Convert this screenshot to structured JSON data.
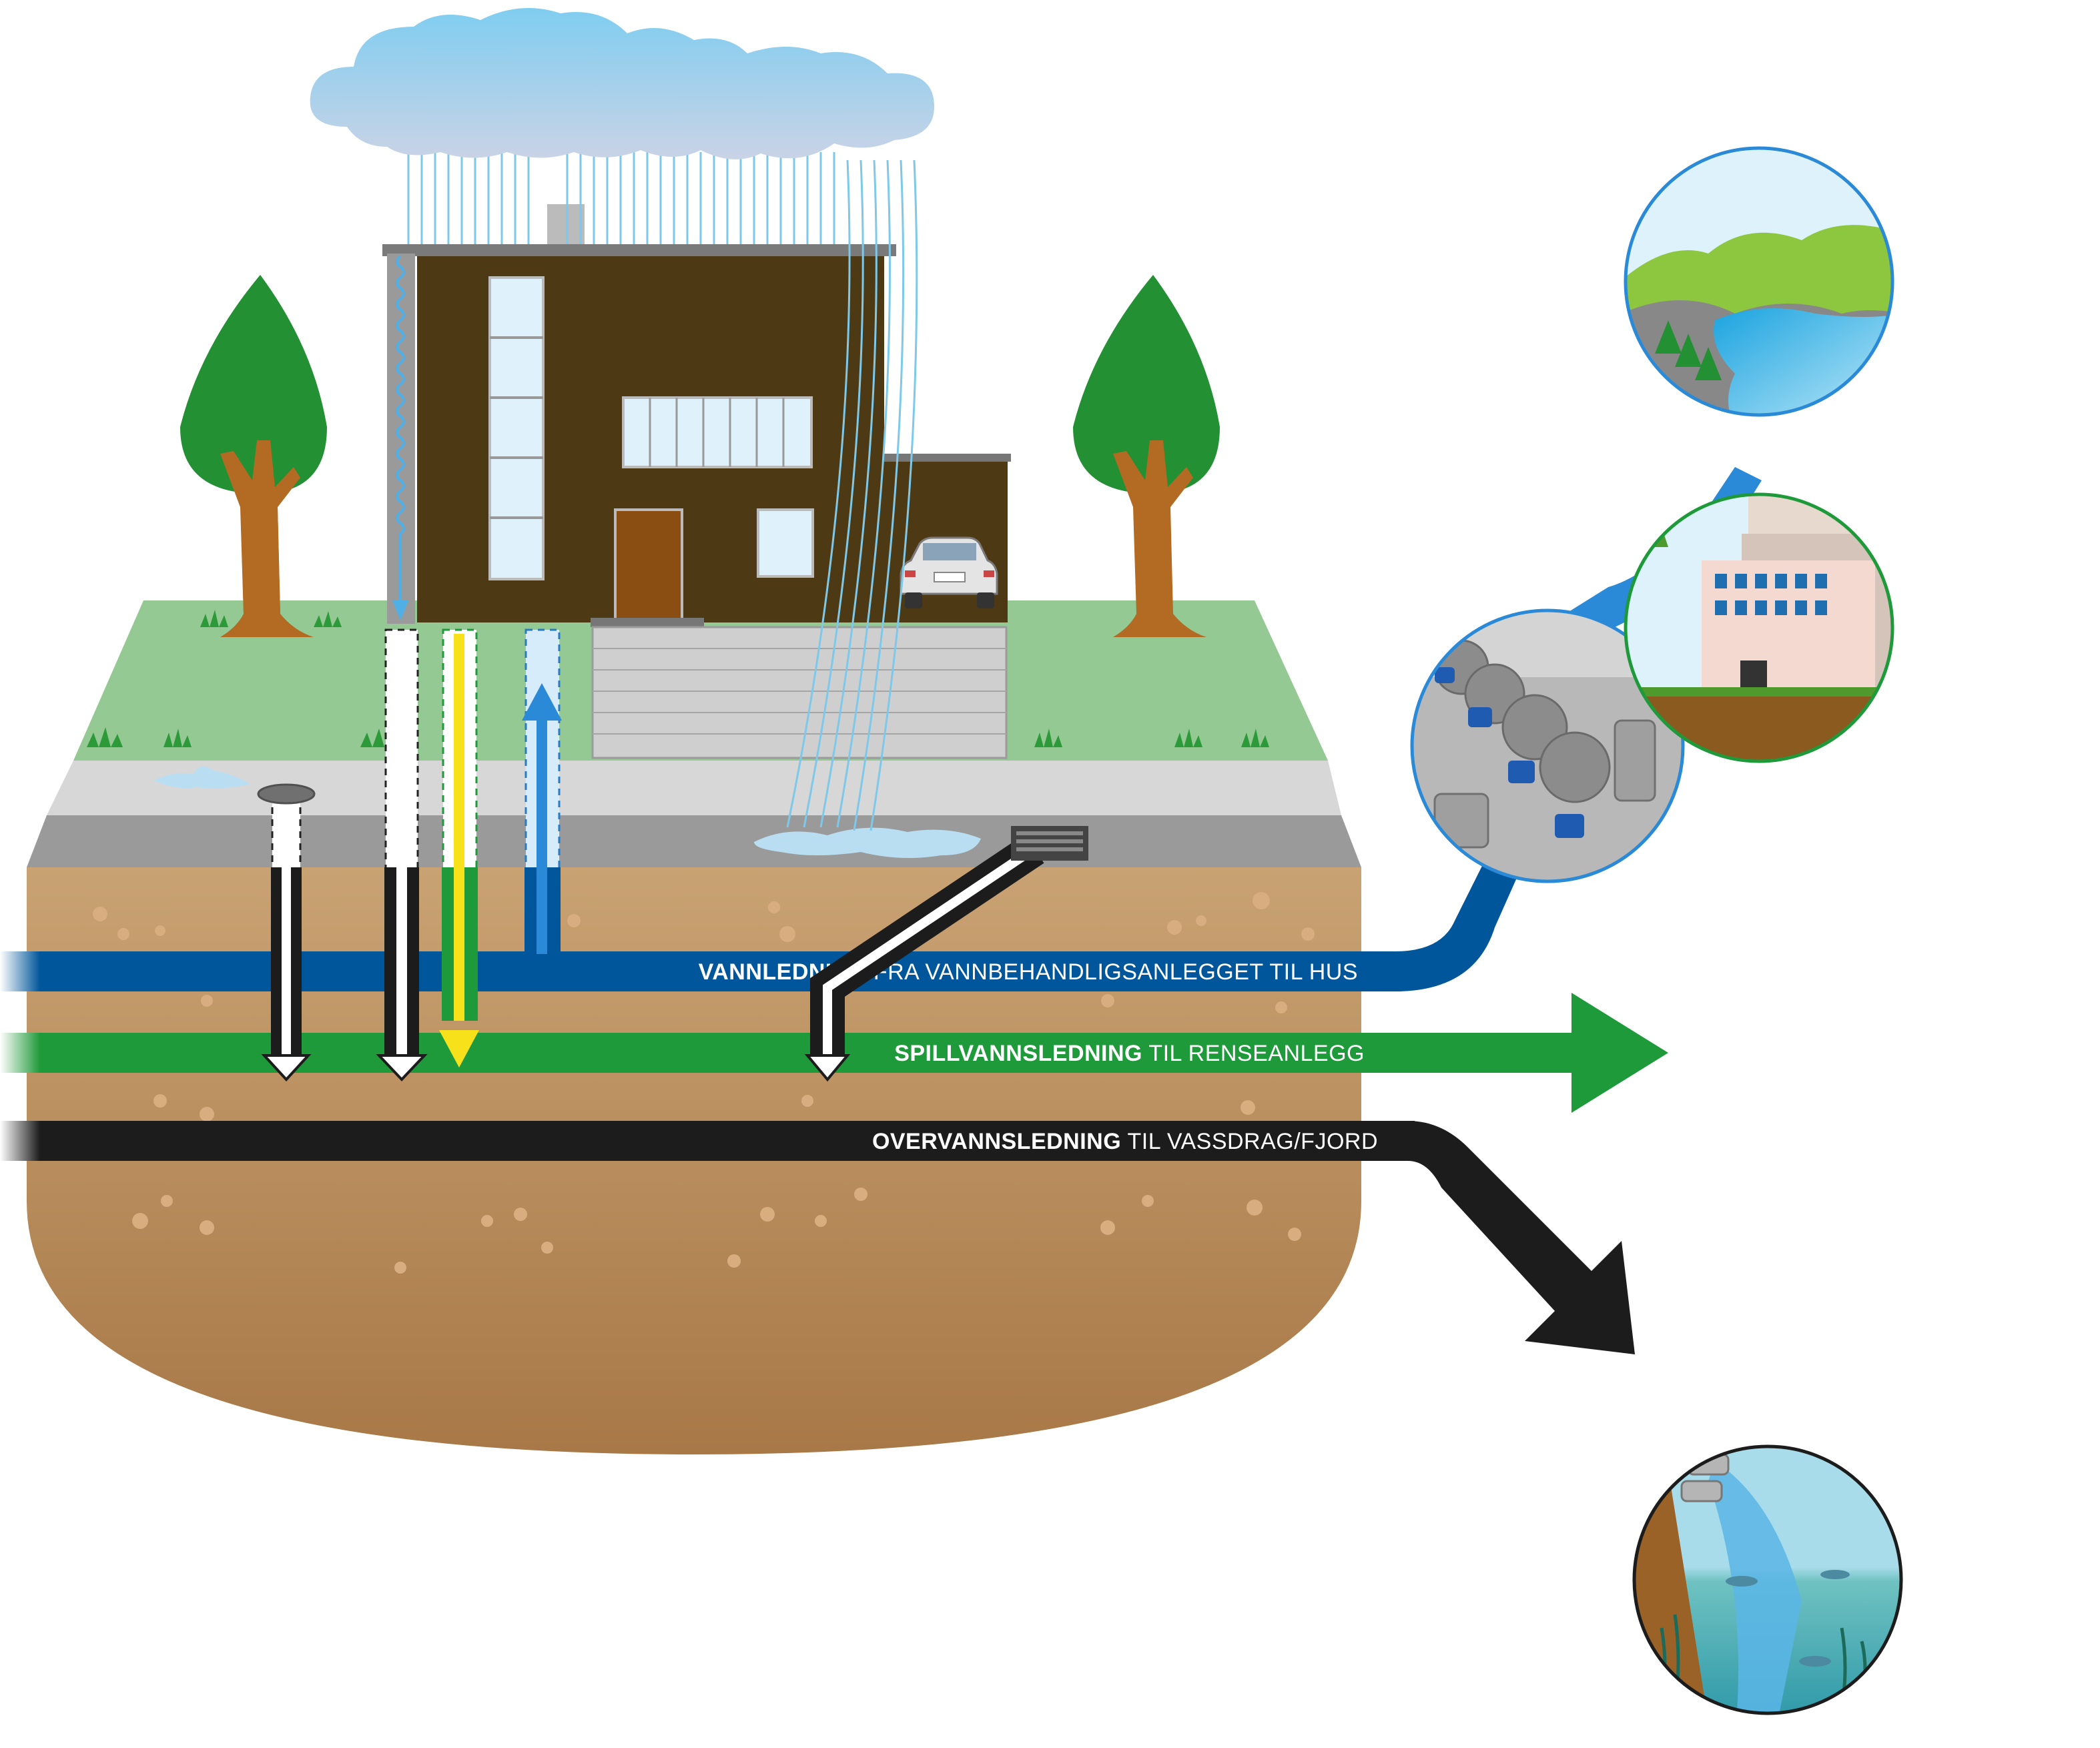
{
  "pipes": {
    "water": {
      "bold": "VANNLEDNING",
      "rest": " FRA VANNBEHANDLIGSANLEGGET TIL HUS",
      "color": "#00569a"
    },
    "waste": {
      "bold": "SPILLVANNSLEDNING",
      "rest": " TIL RENSEANLEGG",
      "color": "#1f9a3a"
    },
    "storm": {
      "bold": "OVERVANNSLEDNING",
      "rest": " TIL VASSDRAG/FJORD",
      "color": "#1c1c1c"
    }
  },
  "colors": {
    "grass": "#95c994",
    "road": "#9a9a9a",
    "sidewalk": "#d6d6d6",
    "soil": "#c49a67",
    "house": "#4d3a14",
    "tree": "#239133",
    "trunk": "#b36a22",
    "rain": "#7ec8ea",
    "drinking_arrow": "#2a8ad8",
    "wastewater_arrow": "#f6e11a"
  },
  "icons": {
    "cloud": "rain-cloud-icon",
    "car": "car-icon",
    "manhole": "manhole-icon",
    "drain": "street-drain-icon",
    "lake": "lake-reservoir-icon",
    "treatment": "water-treatment-pipes-icon",
    "plant": "wastewater-plant-icon",
    "fjord": "fjord-outlet-icon"
  }
}
